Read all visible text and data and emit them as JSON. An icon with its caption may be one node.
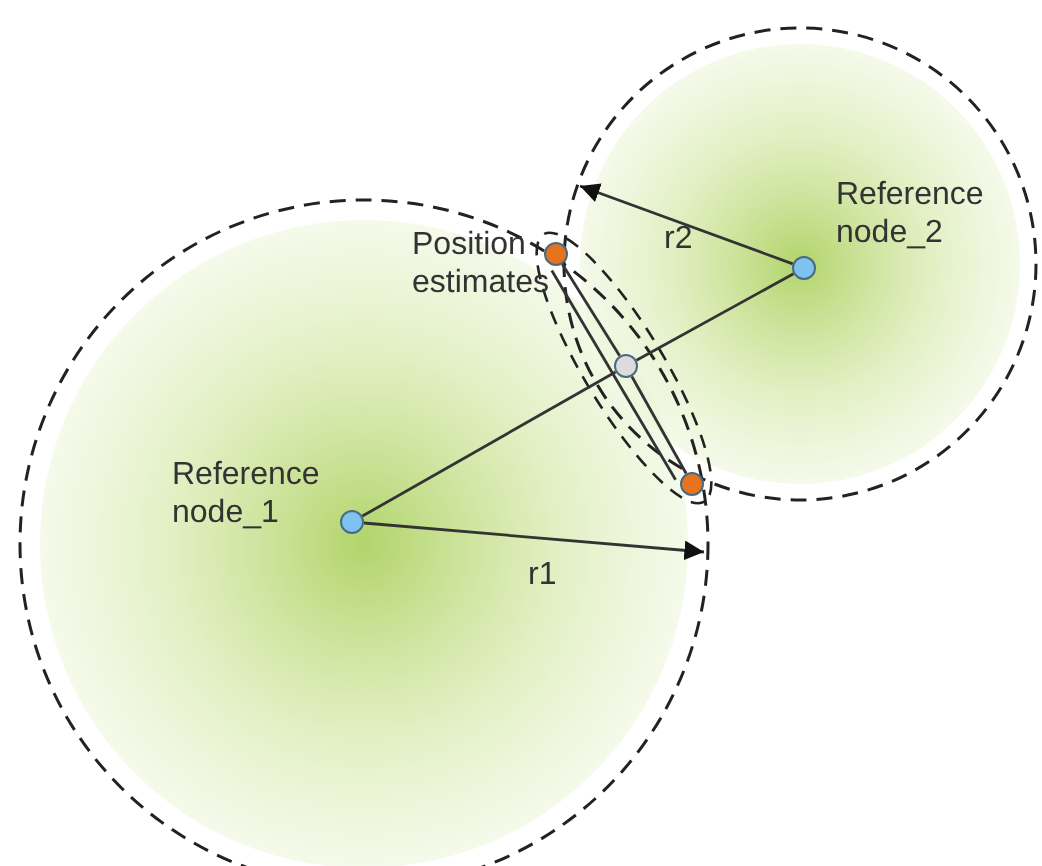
{
  "diagram": {
    "nodes": [
      {
        "text": [],
        "shape": "circle",
        "beside": [
          "Reference node_1"
        ]
      },
      {
        "text": [],
        "shape": "circle",
        "beside": [
          "Reference node_2"
        ]
      },
      {
        "text": [],
        "shape": "circle"
      },
      {
        "text": [],
        "shape": "circle"
      },
      {
        "text": [],
        "shape": "circle"
      }
    ],
    "edges": [
      {
        "from": 0,
        "to": 3,
        "arrow": "none"
      },
      {
        "from": 3,
        "to": 1,
        "arrow": "none"
      },
      {
        "from": 2,
        "to": 3,
        "arrow": "none"
      },
      {
        "from": 3,
        "to": 4,
        "arrow": "none"
      },
      {
        "from": 2,
        "to": 4,
        "arrow": "none"
      },
      {
        "from": 0,
        "to": null,
        "arrow": "to",
        "label": "r1"
      },
      {
        "from": 1,
        "to": null,
        "arrow": "to",
        "label": "r2"
      }
    ],
    "labels": [
      "Position estimates"
    ]
  }
}
